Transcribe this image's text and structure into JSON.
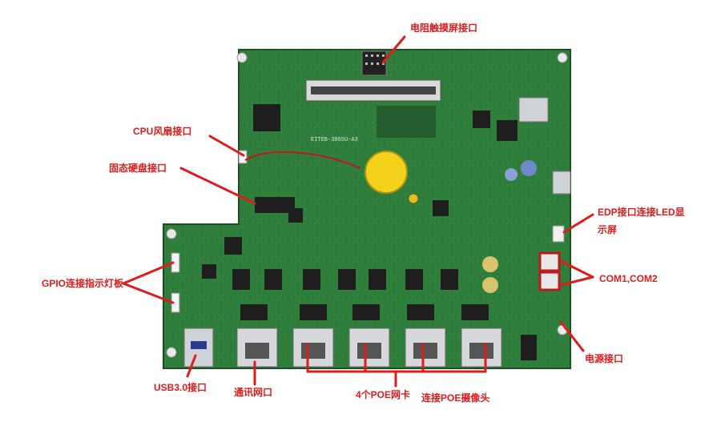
{
  "labels": {
    "touch": "电阻触摸屏接口",
    "cpu_fan": "CPU风扇接口",
    "ssd": "固态硬盘接口",
    "edp_line1": "EDP接口连接LED显",
    "edp_line2": "示屏",
    "gpio": "GPIO连接指示灯板",
    "com": "COM1,COM2",
    "power": "电源接口",
    "usb": "USB3.0接口",
    "lan": "通讯网口",
    "poe_count": "4个POE网卡",
    "poe_camera": "连接POE摄像头"
  },
  "board": {
    "silkscreen": "EITEB-3865U-A3"
  },
  "colors": {
    "pcb": "#2f7d3a",
    "pcb_dark": "#1f5e2a",
    "annotation": "#e01b1b",
    "chip": "#1e1e1e",
    "metal": "#c9ccd0",
    "battery": "#f2d21b"
  }
}
